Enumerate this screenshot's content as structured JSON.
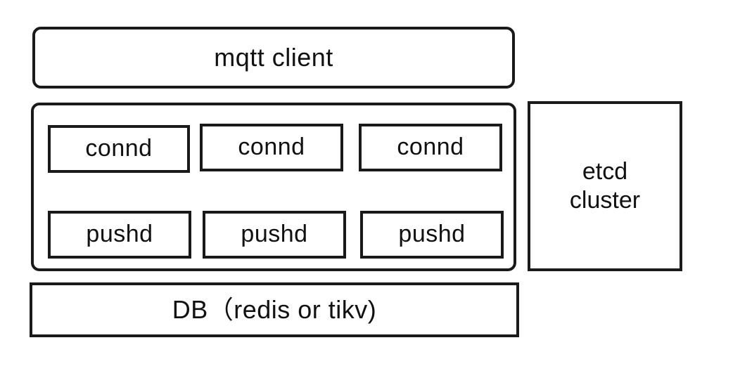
{
  "client": {
    "label": "mqtt client"
  },
  "services": {
    "connd": [
      "connd",
      "connd",
      "connd"
    ],
    "pushd": [
      "pushd",
      "pushd",
      "pushd"
    ]
  },
  "etcd": {
    "line1": "etcd",
    "line2": "cluster"
  },
  "db": {
    "label": "DB（redis or tikv)"
  }
}
